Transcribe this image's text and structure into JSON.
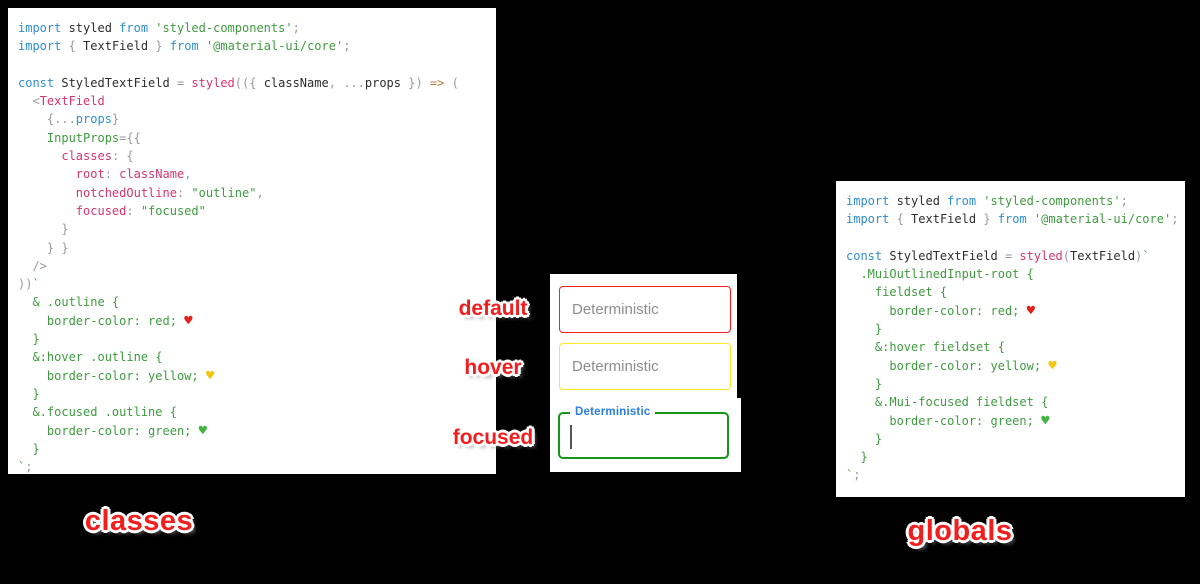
{
  "background": "#000000",
  "syntax_colors": {
    "keyword": "#2e8ece",
    "plain": "#2d2d2d",
    "string_green": "#3f9b3f",
    "pink": "#d5356d",
    "gray": "#999999",
    "arrow": "#b87a40",
    "heart_red": "#e32119",
    "heart_yellow": "#f7c411",
    "heart_green": "#41b445"
  },
  "panels": {
    "classes": {
      "caption": "classes",
      "lines": [
        [
          [
            "k",
            "import"
          ],
          [
            "d",
            " styled "
          ],
          [
            "k",
            "from"
          ],
          [
            "d",
            " "
          ],
          [
            "s",
            "'styled-components'"
          ],
          [
            "g",
            ";"
          ]
        ],
        [
          [
            "k",
            "import"
          ],
          [
            "d",
            " "
          ],
          [
            "g",
            "{"
          ],
          [
            "d",
            " TextField "
          ],
          [
            "g",
            "}"
          ],
          [
            "d",
            " "
          ],
          [
            "k",
            "from"
          ],
          [
            "d",
            " "
          ],
          [
            "s",
            "'@material-ui/core'"
          ],
          [
            "g",
            ";"
          ]
        ],
        [],
        [
          [
            "k",
            "const"
          ],
          [
            "d",
            " StyledTextField "
          ],
          [
            "g",
            "="
          ],
          [
            "d",
            " "
          ],
          [
            "p",
            "styled"
          ],
          [
            "g",
            "(({ "
          ],
          [
            "d",
            "className"
          ],
          [
            "g",
            ","
          ],
          [
            "d",
            " "
          ],
          [
            "g",
            "..."
          ],
          [
            "d",
            "props"
          ],
          [
            "g",
            " })"
          ],
          [
            "d",
            " "
          ],
          [
            "a",
            "=>"
          ],
          [
            "g",
            " ("
          ]
        ],
        [
          [
            "g",
            "  <"
          ],
          [
            "p",
            "TextField"
          ]
        ],
        [
          [
            "g",
            "    {..."
          ],
          [
            "k",
            "props"
          ],
          [
            "g",
            "}"
          ]
        ],
        [
          [
            "d",
            "    "
          ],
          [
            "s",
            "InputProps"
          ],
          [
            "g",
            "={{"
          ]
        ],
        [
          [
            "d",
            "      "
          ],
          [
            "p",
            "classes"
          ],
          [
            "g",
            ": {"
          ]
        ],
        [
          [
            "d",
            "        "
          ],
          [
            "p",
            "root"
          ],
          [
            "g",
            ": "
          ],
          [
            "p",
            "className"
          ],
          [
            "g",
            ","
          ]
        ],
        [
          [
            "d",
            "        "
          ],
          [
            "p",
            "notchedOutline"
          ],
          [
            "g",
            ": "
          ],
          [
            "s",
            "\"outline\""
          ],
          [
            "g",
            ","
          ]
        ],
        [
          [
            "d",
            "        "
          ],
          [
            "p",
            "focused"
          ],
          [
            "g",
            ": "
          ],
          [
            "s",
            "\"focused\""
          ]
        ],
        [
          [
            "g",
            "      }"
          ]
        ],
        [
          [
            "g",
            "    } }"
          ]
        ],
        [
          [
            "g",
            "  />"
          ]
        ],
        [
          [
            "g",
            "))"
          ],
          [
            "s",
            "`"
          ]
        ],
        [
          [
            "s",
            "  & .outline {"
          ]
        ],
        [
          [
            "s",
            "    border-color: red; "
          ],
          [
            "h1",
            "♥"
          ]
        ],
        [
          [
            "s",
            "  }"
          ]
        ],
        [
          [
            "s",
            "  &:hover .outline {"
          ]
        ],
        [
          [
            "s",
            "    border-color: yellow; "
          ],
          [
            "h2",
            "♥"
          ]
        ],
        [
          [
            "s",
            "  }"
          ]
        ],
        [
          [
            "s",
            "  &.focused .outline {"
          ]
        ],
        [
          [
            "s",
            "    border-color: green; "
          ],
          [
            "h3",
            "♥"
          ]
        ],
        [
          [
            "s",
            "  }"
          ]
        ],
        [
          [
            "s",
            "`"
          ],
          [
            "g",
            ";"
          ]
        ]
      ]
    },
    "globals": {
      "caption": "globals",
      "lines": [
        [
          [
            "k",
            "import"
          ],
          [
            "d",
            " styled "
          ],
          [
            "k",
            "from"
          ],
          [
            "d",
            " "
          ],
          [
            "s",
            "'styled-components'"
          ],
          [
            "g",
            ";"
          ]
        ],
        [
          [
            "k",
            "import"
          ],
          [
            "d",
            " "
          ],
          [
            "g",
            "{"
          ],
          [
            "d",
            " TextField "
          ],
          [
            "g",
            "}"
          ],
          [
            "d",
            " "
          ],
          [
            "k",
            "from"
          ],
          [
            "d",
            " "
          ],
          [
            "s",
            "'@material-ui/core'"
          ],
          [
            "g",
            ";"
          ]
        ],
        [],
        [
          [
            "k",
            "const"
          ],
          [
            "d",
            " StyledTextField "
          ],
          [
            "g",
            "="
          ],
          [
            "d",
            " "
          ],
          [
            "p",
            "styled"
          ],
          [
            "g",
            "("
          ],
          [
            "d",
            "TextField"
          ],
          [
            "g",
            ")"
          ],
          [
            "s",
            "`"
          ]
        ],
        [
          [
            "s",
            "  .MuiOutlinedInput-root {"
          ]
        ],
        [
          [
            "s",
            "    fieldset {"
          ]
        ],
        [
          [
            "s",
            "      border-color: red; "
          ],
          [
            "h1",
            "♥"
          ]
        ],
        [
          [
            "s",
            "    }"
          ]
        ],
        [
          [
            "s",
            "    &:hover fieldset {"
          ]
        ],
        [
          [
            "s",
            "      border-color: yellow; "
          ],
          [
            "h2",
            "♥"
          ]
        ],
        [
          [
            "s",
            "    }"
          ]
        ],
        [
          [
            "s",
            "    &.Mui-focused fieldset {"
          ]
        ],
        [
          [
            "s",
            "      border-color: green; "
          ],
          [
            "h3",
            "♥"
          ]
        ],
        [
          [
            "s",
            "    }"
          ]
        ],
        [
          [
            "s",
            "  }"
          ]
        ],
        [
          [
            "s",
            "`"
          ],
          [
            "g",
            ";"
          ]
        ]
      ]
    }
  },
  "demo": {
    "note_color": "#f21d1d",
    "labels": {
      "default": "default",
      "hover": "hover",
      "focused": "focused"
    },
    "fields": {
      "default": {
        "placeholder": "Deterministic",
        "border": "#fb2016"
      },
      "hover": {
        "placeholder": "Deterministic",
        "border": "#fdeb1f"
      },
      "focused": {
        "label": "Deterministic",
        "border": "#16951b",
        "label_color": "#2b7de1",
        "caret_color": "#555555"
      }
    }
  }
}
